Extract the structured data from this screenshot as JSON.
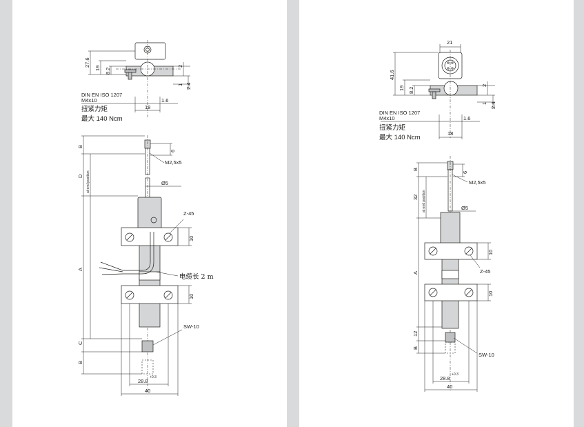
{
  "colors": {
    "gutter": "#d9dadb",
    "panel": "#ffffff",
    "ink": "#1d1d1b",
    "part": "#d4d5d6"
  },
  "left": {
    "top_view": {
      "dims": {
        "h_total": "27.6",
        "h_19": "19",
        "h_8_2": "8.2",
        "w_2": "2",
        "w_1": "1",
        "w_2_4": "2.4",
        "w_1_6": "1.6",
        "w_18": "18"
      },
      "screw_spec": "DIN EN ISO 1207",
      "screw_size": "M4x10",
      "torque_label": "扭紧力矩",
      "torque_value": "最大 140 Ncm"
    },
    "side_view": {
      "tip_thread": "M2,5x5",
      "tip_len": "6",
      "rod_dia": "Ø5",
      "clamp": "Z-45",
      "clamp_w_top": "10",
      "clamp_w_bottom": "10",
      "cable": "电缆长 2 m",
      "wrench": "SW-10",
      "dim_B_top": "B",
      "dim_D": "D",
      "end_pos": "at end position",
      "dim_A": "A",
      "dim_C": "C",
      "dim_B_bottom": "B",
      "w_inner": "28.8",
      "w_inner_tol": "+0.3",
      "w_outer": "40"
    }
  },
  "right": {
    "top_view": {
      "dims": {
        "w_21": "21",
        "h_total": "41.6",
        "h_19": "19",
        "h_8_2": "8.2",
        "w_2": "2",
        "w_1": "1",
        "w_2_4": "2.4",
        "w_1_6": "1.6",
        "w_18": "18"
      },
      "screw_spec": "DIN EN ISO 1207",
      "screw_size": "M4x10",
      "torque_label": "扭紧力矩",
      "torque_value": "最大 140 Ncm"
    },
    "side_view": {
      "tip_thread": "M2,5x5",
      "tip_len": "6",
      "dim_B_top": "B",
      "dim_32": "32",
      "end_pos": "at end position",
      "rod_dia": "Ø5",
      "clamp_w_top": "10",
      "clamp": "Z-45",
      "dim_A": "A",
      "clamp_w_bottom": "10",
      "dim_12": "12",
      "dim_B_bottom": "B",
      "wrench": "SW-10",
      "w_inner": "28.8",
      "w_inner_tol": "+0.3",
      "w_outer": "40"
    }
  }
}
